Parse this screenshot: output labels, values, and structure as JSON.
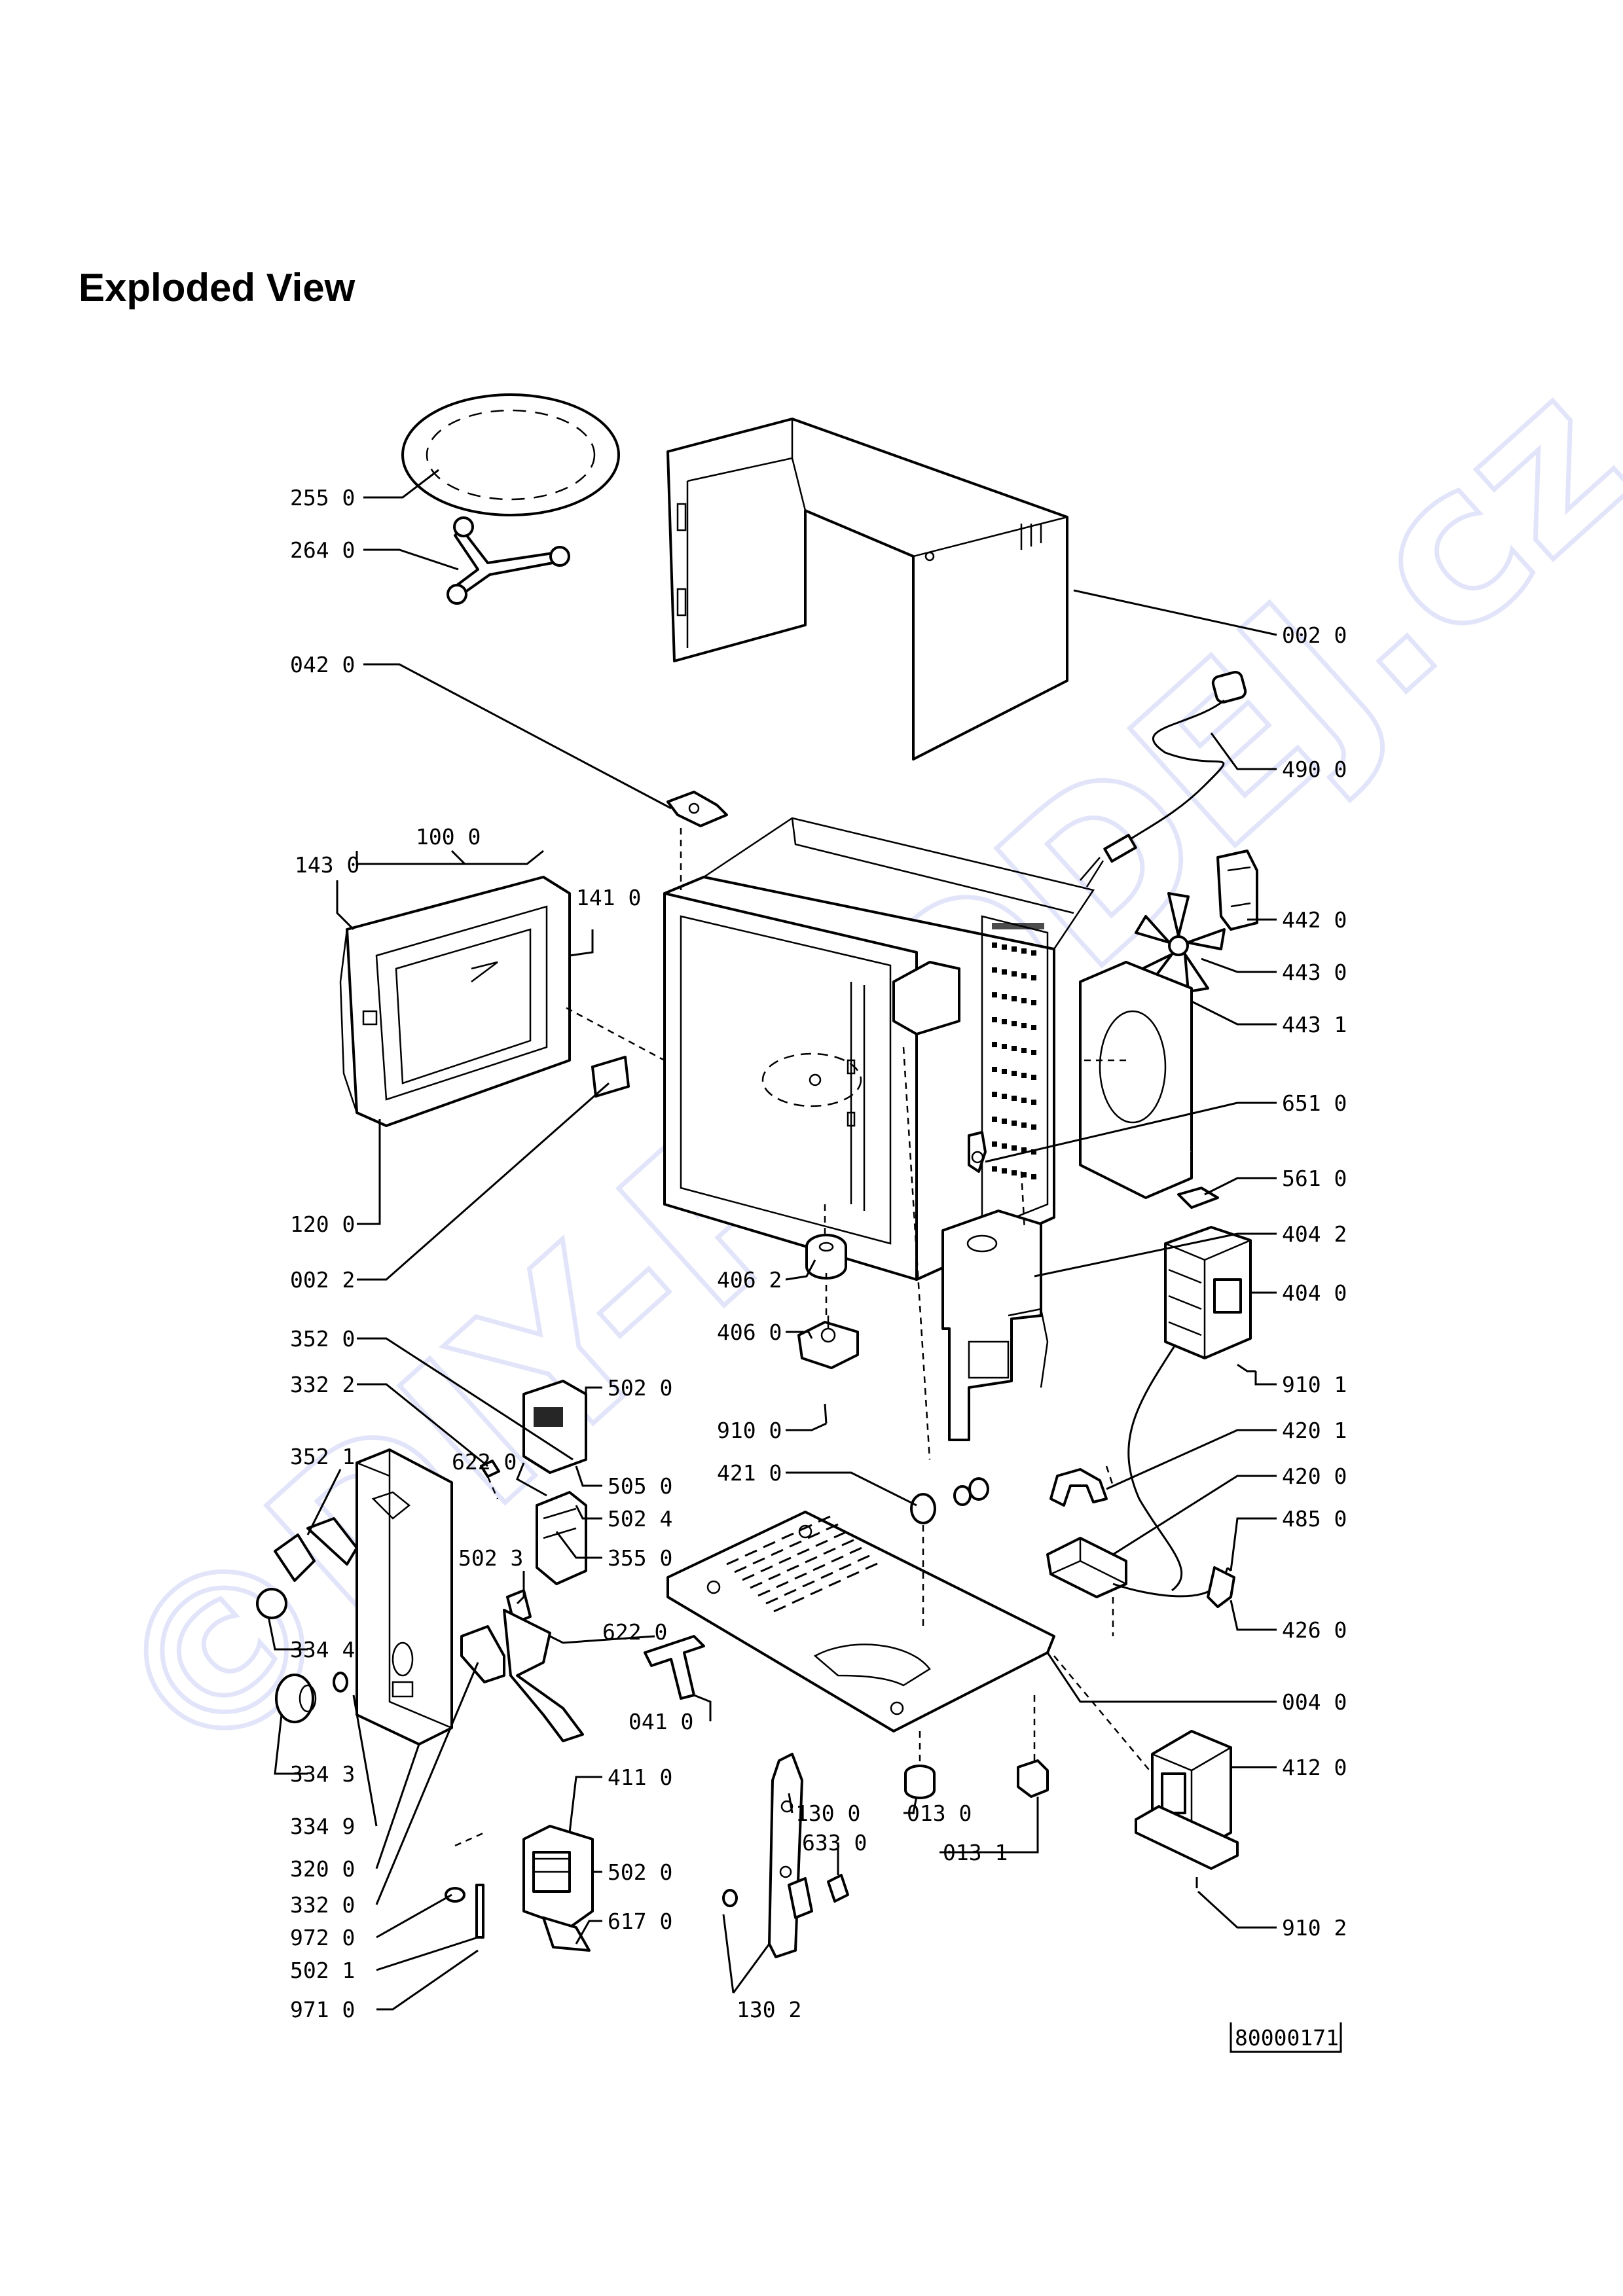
{
  "page_title": "Exploded View",
  "watermark_text": "©DIY-PRODEJ.cz",
  "reference_code": "80000171",
  "watermark_color": "#3344dd",
  "callouts": [
    {
      "id": "c-255-0",
      "text": "255 0"
    },
    {
      "id": "c-264-0",
      "text": "264 0"
    },
    {
      "id": "c-042-0",
      "text": "042 0"
    },
    {
      "id": "c-002-0",
      "text": "002 0"
    },
    {
      "id": "c-490-0",
      "text": "490 0"
    },
    {
      "id": "c-100-0",
      "text": "100 0"
    },
    {
      "id": "c-143-0",
      "text": "143 0"
    },
    {
      "id": "c-141-0",
      "text": "141 0"
    },
    {
      "id": "c-442-0",
      "text": "442 0"
    },
    {
      "id": "c-443-0",
      "text": "443 0"
    },
    {
      "id": "c-443-1",
      "text": "443 1"
    },
    {
      "id": "c-651-0",
      "text": "651 0"
    },
    {
      "id": "c-120-0",
      "text": "120 0"
    },
    {
      "id": "c-561-0",
      "text": "561 0"
    },
    {
      "id": "c-404-2",
      "text": "404 2"
    },
    {
      "id": "c-002-2",
      "text": "002 2"
    },
    {
      "id": "c-406-2",
      "text": "406 2"
    },
    {
      "id": "c-404-0",
      "text": "404 0"
    },
    {
      "id": "c-406-0",
      "text": "406 0"
    },
    {
      "id": "c-352-0",
      "text": "352 0"
    },
    {
      "id": "c-910-1",
      "text": "910 1"
    },
    {
      "id": "c-332-2",
      "text": "332 2"
    },
    {
      "id": "c-502-0a",
      "text": "502 0"
    },
    {
      "id": "c-910-0",
      "text": "910 0"
    },
    {
      "id": "c-420-1",
      "text": "420 1"
    },
    {
      "id": "c-421-0",
      "text": "421 0"
    },
    {
      "id": "c-352-1",
      "text": "352 1"
    },
    {
      "id": "c-622-0a",
      "text": "622 0"
    },
    {
      "id": "c-505-0",
      "text": "505 0"
    },
    {
      "id": "c-420-0",
      "text": "420 0"
    },
    {
      "id": "c-502-4",
      "text": "502 4"
    },
    {
      "id": "c-485-0",
      "text": "485 0"
    },
    {
      "id": "c-355-0",
      "text": "355 0"
    },
    {
      "id": "c-502-3",
      "text": "502 3"
    },
    {
      "id": "c-622-0b",
      "text": "622 0"
    },
    {
      "id": "c-426-0",
      "text": "426 0"
    },
    {
      "id": "c-334-4",
      "text": "334 4"
    },
    {
      "id": "c-004-0",
      "text": "004 0"
    },
    {
      "id": "c-041-0",
      "text": "041 0"
    },
    {
      "id": "c-412-0",
      "text": "412 0"
    },
    {
      "id": "c-334-3",
      "text": "334 3"
    },
    {
      "id": "c-411-0",
      "text": "411 0"
    },
    {
      "id": "c-013-0",
      "text": "013 0"
    },
    {
      "id": "c-130-0",
      "text": "130 0"
    },
    {
      "id": "c-334-9",
      "text": "334 9"
    },
    {
      "id": "c-633-0",
      "text": "633 0"
    },
    {
      "id": "c-013-1",
      "text": "013 1"
    },
    {
      "id": "c-320-0",
      "text": "320 0"
    },
    {
      "id": "c-332-0",
      "text": "332 0"
    },
    {
      "id": "c-502-0b",
      "text": "502 0"
    },
    {
      "id": "c-972-0",
      "text": "972 0"
    },
    {
      "id": "c-617-0",
      "text": "617 0"
    },
    {
      "id": "c-910-2",
      "text": "910 2"
    },
    {
      "id": "c-502-1",
      "text": "502 1"
    },
    {
      "id": "c-971-0",
      "text": "971 0"
    },
    {
      "id": "c-130-2",
      "text": "130 2"
    }
  ]
}
